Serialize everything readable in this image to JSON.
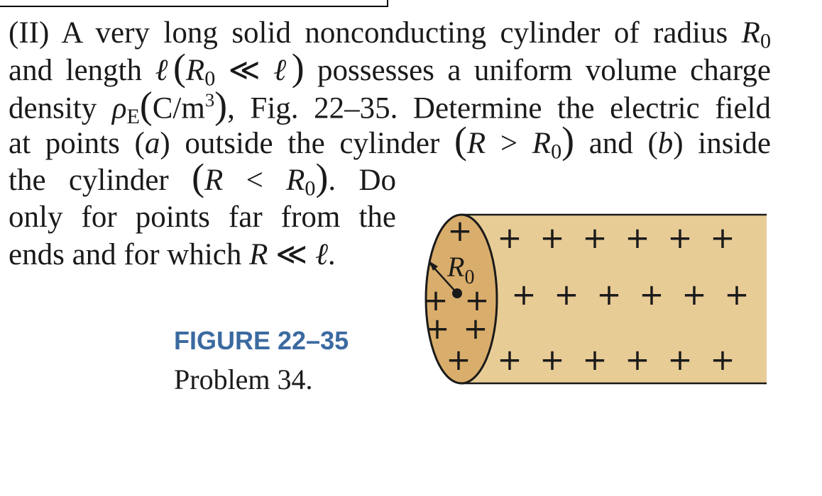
{
  "problem": {
    "line1": {
      "prefix": "(II) A very long solid nonconducting cylinder of radius ",
      "r0_symbol": "R",
      "r0_sub": "0"
    },
    "line2": {
      "prefix": "and length ",
      "ell": "ℓ",
      "paren_open": "(",
      "r_symbol": "R",
      "r_sub": "0",
      "relation": " ≪ ",
      "ell2": "ℓ",
      "paren_close": ")",
      "suffix": " possesses a uniform volume charge"
    },
    "line3": {
      "prefix": "density ",
      "rho": "ρ",
      "rho_sub": "E",
      "paren_open": "(",
      "units": "C/m",
      "units_sup": "3",
      "paren_close": ")",
      "suffix": ", Fig. 22–35. Determine the electric field"
    },
    "line4": {
      "prefix": "at points (",
      "a": "a",
      "mid1": ") outside the cylinder ",
      "paren_open": "(",
      "r_symbol": "R",
      "relation": " > ",
      "r0_symbol": "R",
      "r0_sub": "0",
      "paren_close": ")",
      "mid2": " and (",
      "b": "b",
      "suffix": ") inside"
    },
    "line5": {
      "prefix": "the cylinder ",
      "paren_open": "(",
      "r_symbol": "R",
      "relation": " < ",
      "r0_symbol": "R",
      "r0_sub": "0",
      "paren_close": ")",
      "suffix": ". Do"
    },
    "line6": "only for points far from the",
    "line7": {
      "prefix": "ends and for which ",
      "r_symbol": "R",
      "relation": " ≪ ",
      "ell": "ℓ",
      "suffix": "."
    }
  },
  "figure": {
    "label": "FIGURE 22–35",
    "caption": "Problem 34.",
    "radius_label": "R",
    "radius_sub": "0",
    "plus_sign": "+",
    "colors": {
      "cylinder_body": "#e8cc96",
      "cylinder_end": "#d9ad6b",
      "outline": "#1a1a1a",
      "label_blue": "#3b6aa0"
    }
  }
}
